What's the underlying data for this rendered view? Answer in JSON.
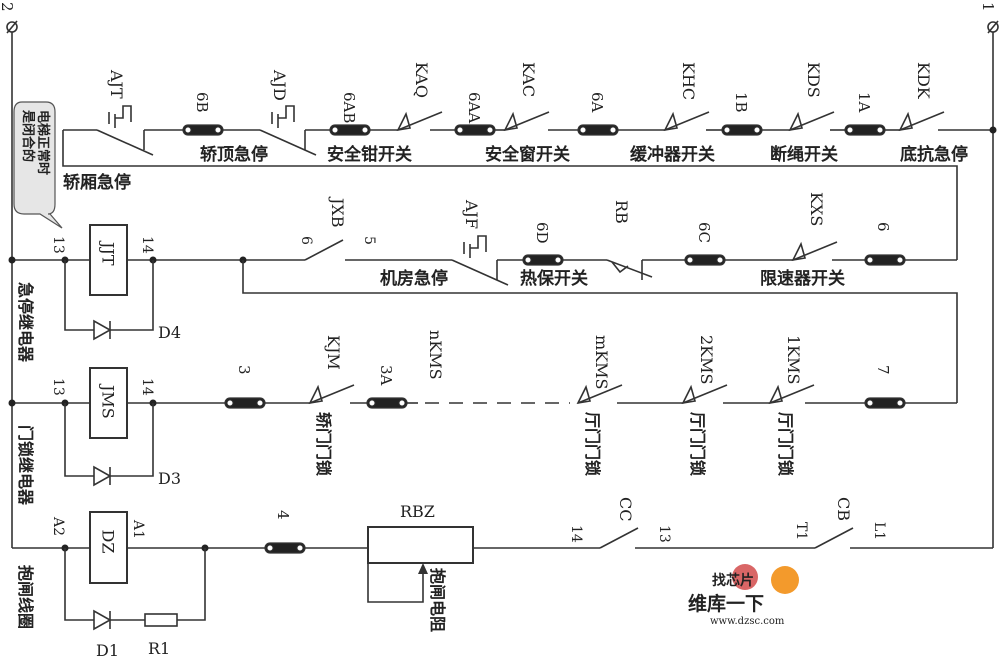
{
  "terminals": {
    "left": "2",
    "right": "1"
  },
  "callout": "电梯正常时是闭合的",
  "row1": {
    "labels": {
      "AJT": "AJT",
      "6B": "6B",
      "AJD": "AJD",
      "6AB": "6AB",
      "KAQ": "KAQ",
      "6AA": "6AA",
      "KAC": "KAC",
      "6A": "6A",
      "KHC": "KHC",
      "1B": "1B",
      "KDS": "KDS",
      "1A": "1A",
      "KDK": "KDK"
    },
    "names": {
      "car_estop": "轿厢急停",
      "top_estop": "轿顶急停",
      "safety_gear": "安全钳开关",
      "safety_window": "安全窗开关",
      "buffer": "缓冲器开关",
      "rope_break": "断绳开关",
      "pit_estop": "底抗急停"
    }
  },
  "row2": {
    "labels": {
      "n13": "13",
      "relay": "JJT",
      "n14": "14",
      "JXB": "JXB",
      "n6": "6",
      "n5": "5",
      "AJF": "AJF",
      "6D": "6D",
      "RB": "RB",
      "6C": "6C",
      "KXS": "KXS",
      "f6": "6",
      "D4": "D4"
    },
    "names": {
      "machine_estop": "机房急停",
      "thermal": "热保开关",
      "governor": "限速器开关",
      "relay_name": "急停继电器"
    }
  },
  "row3": {
    "labels": {
      "n13": "13",
      "relay": "JMS",
      "n14": "14",
      "f3": "3",
      "KJM": "KJM",
      "f3A": "3A",
      "nKMS": "nKMS",
      "mKMS": "mKMS",
      "2KMS": "2KMS",
      "1KMS": "1KMS",
      "f7": "7",
      "D3": "D3"
    },
    "names": {
      "car_door": "轿门门锁",
      "hall_door_m": "厅门门锁",
      "hall_door_2": "厅门门锁",
      "hall_door_1": "厅门门锁",
      "relay_name": "门锁继电器"
    }
  },
  "row4": {
    "labels": {
      "A2": "A2",
      "coil": "DZ",
      "A1": "A1",
      "f4": "4",
      "RBZ": "RBZ",
      "n14": "14",
      "CC": "CC",
      "n13": "13",
      "T1": "T1",
      "CB": "CB",
      "L1": "L1",
      "D1": "D1",
      "R1": "R1"
    },
    "names": {
      "brake_coil": "抱闸线圈",
      "brake_resistor": "抱闸电阻"
    }
  },
  "watermark": {
    "top": "找芯片",
    "main": "维库一下",
    "url": "www.dzsc.com",
    "color": "#e8361e"
  }
}
